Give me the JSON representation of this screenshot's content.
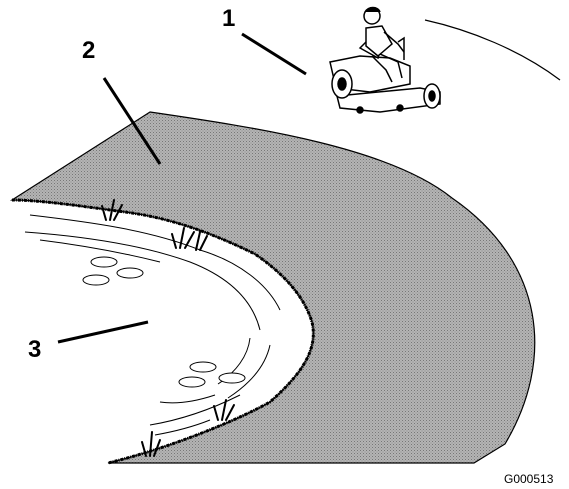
{
  "figure": {
    "callouts": [
      {
        "label": "1",
        "refers_to": "riding-mower"
      },
      {
        "label": "2",
        "refers_to": "slope-area"
      },
      {
        "label": "3",
        "refers_to": "water"
      }
    ],
    "figure_id": "G000513",
    "colors": {
      "slope_fill": "#a8a8a8",
      "line": "#000000",
      "background": "#ffffff"
    },
    "icons": [
      "riding-mower-icon",
      "grass-tuft-icon",
      "ripple-icon"
    ]
  }
}
